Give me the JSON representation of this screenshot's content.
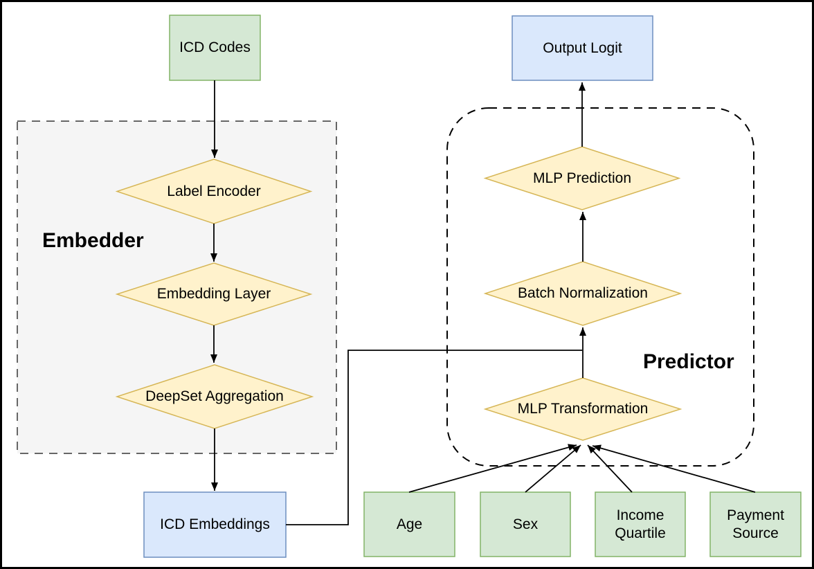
{
  "colors": {
    "green_fill": "#d5e8d4",
    "green_border": "#82b366",
    "blue_fill": "#dae8fc",
    "blue_border": "#6c8ebf",
    "diamond_fill": "#fff2cc",
    "diamond_border": "#d6b656",
    "embedder_fill": "#f5f5f5",
    "embedder_border": "#666666",
    "predictor_border": "#000000",
    "edge": "#000000"
  },
  "containers": {
    "embedder": {
      "label": "Embedder"
    },
    "predictor": {
      "label": "Predictor"
    }
  },
  "nodes": {
    "icd_codes": {
      "label": "ICD Codes",
      "shape": "rectangle",
      "color": "green"
    },
    "label_encoder": {
      "label": "Label Encoder",
      "shape": "diamond",
      "color": "yellow"
    },
    "embedding_layer": {
      "label": "Embedding Layer",
      "shape": "diamond",
      "color": "yellow"
    },
    "deepset_aggregation": {
      "label": "DeepSet Aggregation",
      "shape": "diamond",
      "color": "yellow"
    },
    "icd_embeddings": {
      "label": "ICD Embeddings",
      "shape": "rectangle",
      "color": "blue"
    },
    "output_logit": {
      "label": "Output Logit",
      "shape": "rectangle",
      "color": "blue"
    },
    "mlp_prediction": {
      "label": "MLP Prediction",
      "shape": "diamond",
      "color": "yellow"
    },
    "batch_normalization": {
      "label": "Batch Normalization",
      "shape": "diamond",
      "color": "yellow"
    },
    "mlp_transformation": {
      "label": "MLP Transformation",
      "shape": "diamond",
      "color": "yellow"
    },
    "age": {
      "label": "Age",
      "shape": "rectangle",
      "color": "green"
    },
    "sex": {
      "label": "Sex",
      "shape": "rectangle",
      "color": "green"
    },
    "income_quartile": {
      "label": "Income Quartile",
      "shape": "rectangle",
      "color": "green"
    },
    "payment_source": {
      "label": "Payment Source",
      "shape": "rectangle",
      "color": "green"
    }
  },
  "edges": [
    {
      "from": "icd_codes",
      "to": "label_encoder",
      "arrow": true
    },
    {
      "from": "label_encoder",
      "to": "embedding_layer",
      "arrow": true
    },
    {
      "from": "embedding_layer",
      "to": "deepset_aggregation",
      "arrow": true
    },
    {
      "from": "deepset_aggregation",
      "to": "icd_embeddings",
      "arrow": true
    },
    {
      "from": "icd_embeddings",
      "to": "batch_normalization",
      "arrow": false
    },
    {
      "from": "mlp_transformation",
      "to": "batch_normalization",
      "arrow": true
    },
    {
      "from": "batch_normalization",
      "to": "mlp_prediction",
      "arrow": true
    },
    {
      "from": "mlp_prediction",
      "to": "output_logit",
      "arrow": true
    },
    {
      "from": "age",
      "to": "mlp_transformation",
      "arrow": true
    },
    {
      "from": "sex",
      "to": "mlp_transformation",
      "arrow": true
    },
    {
      "from": "income_quartile",
      "to": "mlp_transformation",
      "arrow": true
    },
    {
      "from": "payment_source",
      "to": "mlp_transformation",
      "arrow": true
    }
  ]
}
